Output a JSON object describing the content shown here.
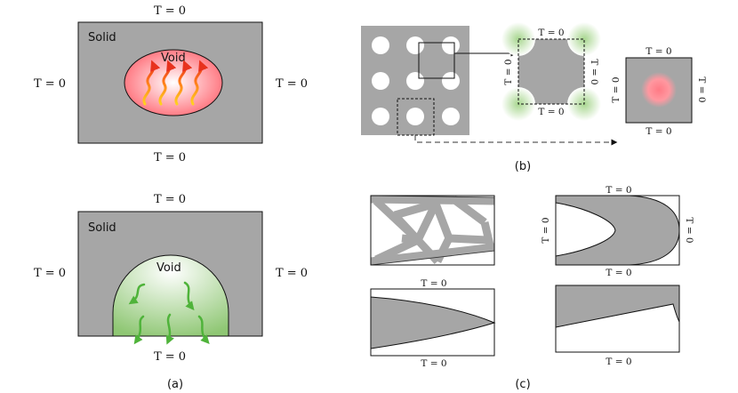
{
  "labels": {
    "solid": "Solid",
    "void": "Void",
    "boundary": "T = 0"
  },
  "captions": {
    "a": "(a)",
    "b": "(b)",
    "c": "(c)"
  },
  "colors": {
    "solid": "#a6a6a6",
    "hot_void": "#ff6e78",
    "cool_void": "#9ccf83",
    "hot_arrow": "#e8461e",
    "cool_arrow": "#4fb33a"
  }
}
